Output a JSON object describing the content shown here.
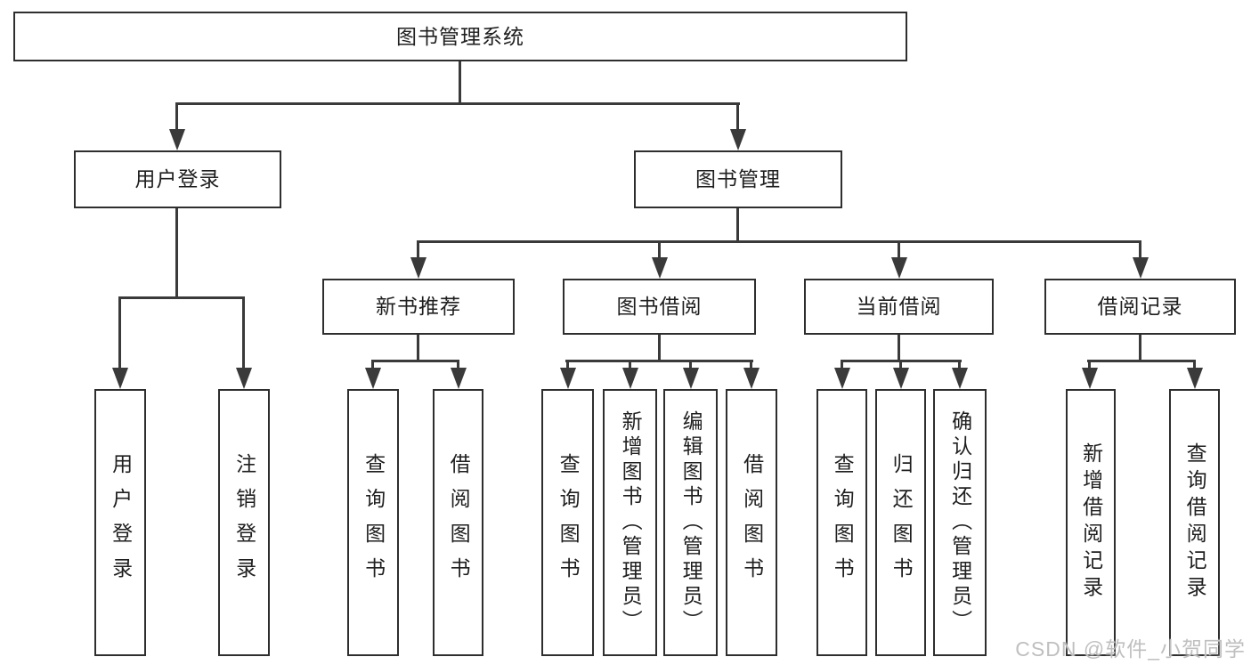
{
  "title": "图书管理系统",
  "branches": {
    "user_login": {
      "label": "用户登录",
      "children": [
        "用户登录",
        "注销登录"
      ]
    },
    "book_management": {
      "label": "图书管理",
      "sections": {
        "new_book_recommendation": {
          "label": "新书推荐",
          "children": [
            "查询图书",
            "借阅图书"
          ]
        },
        "book_borrowing": {
          "label": "图书借阅",
          "children": [
            "查询图书",
            "新增图书（管理员）",
            "编辑图书（管理员）",
            "借阅图书"
          ]
        },
        "current_borrowing": {
          "label": "当前借阅",
          "children": [
            "查询图书",
            "归还图书",
            "确认归还（管理员）"
          ]
        },
        "borrowing_records": {
          "label": "借阅记录",
          "children": [
            "新增借阅记录",
            "查询借阅记录"
          ]
        }
      }
    }
  },
  "watermark": "CSDN @软件_小贺同学",
  "colors": {
    "line": "#3a3a3a",
    "border": "#2e2e2e",
    "text": "#1f1f1f",
    "watermark": "#bfbfbf",
    "background": "#ffffff"
  }
}
